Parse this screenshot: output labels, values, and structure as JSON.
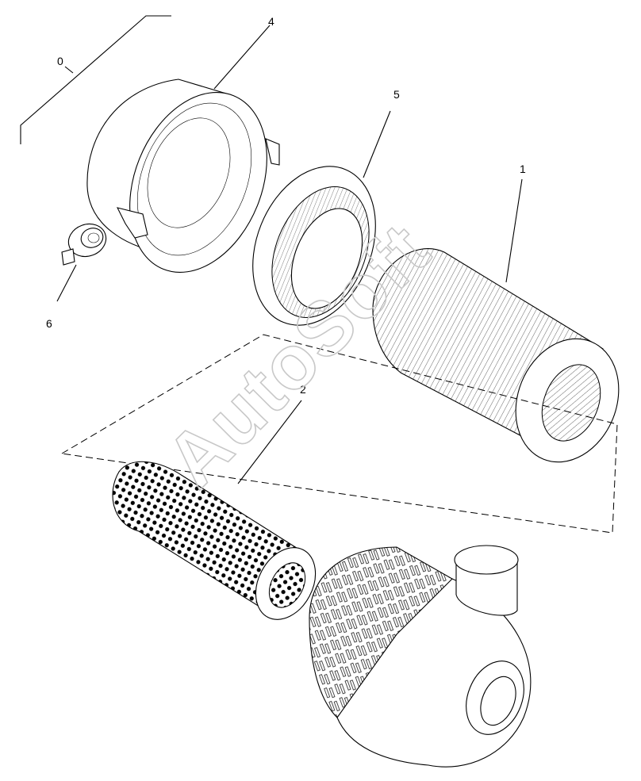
{
  "callouts": {
    "assembly": "0",
    "filter_element": "1",
    "safety_element": "2",
    "cover": "4",
    "seal_ring": "5",
    "clamp_nut": "6"
  },
  "watermark": "AutoSoft"
}
